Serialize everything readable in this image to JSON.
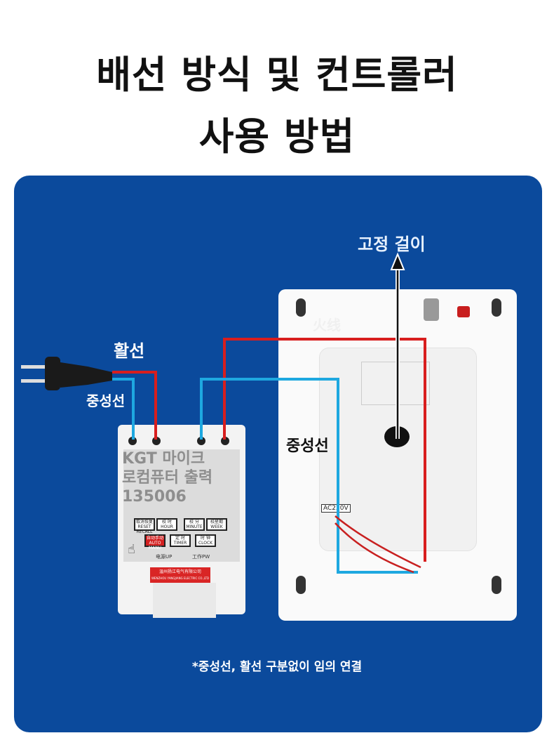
{
  "title": {
    "line1": "배선 방식 및 컨트롤러",
    "line2": "사용 방법"
  },
  "labels": {
    "live_wire": "활선",
    "neutral_wire_left": "중성선",
    "neutral_wire_right": "중성선",
    "fixed_hook": "고정 걸이",
    "huoxian": "火线",
    "ac_label": "AC220V",
    "footnote": "*중성선, 활선 구분없이 임의 연결"
  },
  "controller": {
    "watermark": [
      "KGT 마이크",
      "로컴퓨터 출력",
      "135006"
    ],
    "buttons": [
      {
        "cn": "取消恢复",
        "en": "RESET RECALL"
      },
      {
        "cn": "校 时",
        "en": "HOUR"
      },
      {
        "cn": "校 分",
        "en": "MINUTE"
      },
      {
        "cn": "校星期",
        "en": "WEEK"
      },
      {
        "cn": "自动手动",
        "en": "AUTO MANU"
      },
      {
        "cn": "定 时",
        "en": "TIMER"
      },
      {
        "cn": "时 钟",
        "en": "CLOCK"
      }
    ],
    "power_led": "电源UP",
    "work_led": "工作PW",
    "company_cn": "温州扬江电气有限公司",
    "company_en": "WENZHOU YANGJIANG ELECTRIC CO.,LTD"
  },
  "colors": {
    "panel": "#0b4a9c",
    "live": "#d81e1e",
    "neutral": "#1ea8e0"
  }
}
